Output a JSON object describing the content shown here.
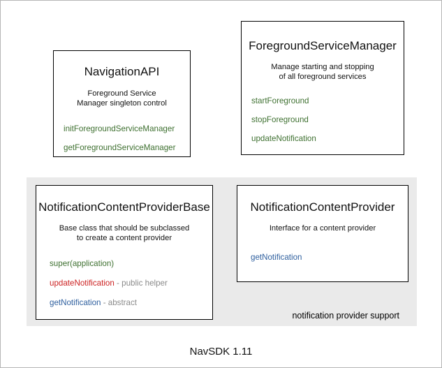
{
  "diagram": {
    "footer_label": "NavSDK 1.11",
    "group": {
      "caption": "notification provider support"
    },
    "colors": {
      "green": "#3e7030",
      "red": "#cc2222",
      "blue": "#2e5f9e",
      "note_gray": "#8a8a8a",
      "panel_gray": "#eaeaea",
      "box_border": "#000000",
      "canvas": "#ffffff"
    },
    "boxes": [
      {
        "id": "navigation-api",
        "title": "NavigationAPI",
        "description": "Foreground Service\nManager singleton control",
        "members": [
          {
            "name": "initForegroundServiceManager",
            "note": "",
            "color": "green"
          },
          {
            "name": "getForegroundServiceManager",
            "note": "",
            "color": "green"
          }
        ]
      },
      {
        "id": "foreground-service-manager",
        "title": "ForegroundServiceManager",
        "description": "Manage starting and stopping\nof all foreground services",
        "members": [
          {
            "name": "startForeground",
            "note": "",
            "color": "green"
          },
          {
            "name": "stopForeground",
            "note": "",
            "color": "green"
          },
          {
            "name": "updateNotification",
            "note": "",
            "color": "green"
          }
        ]
      },
      {
        "id": "notification-content-provider-base",
        "title": "NotificationContentProviderBase",
        "description": "Base class that should be subclassed\nto create a content provider",
        "members": [
          {
            "name": "super(application)",
            "note": "",
            "color": "green"
          },
          {
            "name": "updateNotification",
            "note": " - public helper",
            "color": "red"
          },
          {
            "name": "getNotification",
            "note": " - abstract",
            "color": "blue"
          }
        ]
      },
      {
        "id": "notification-content-provider",
        "title": "NotificationContentProvider",
        "description": "Interface for a content provider",
        "members": [
          {
            "name": "getNotification",
            "note": "",
            "color": "blue"
          }
        ]
      }
    ]
  }
}
